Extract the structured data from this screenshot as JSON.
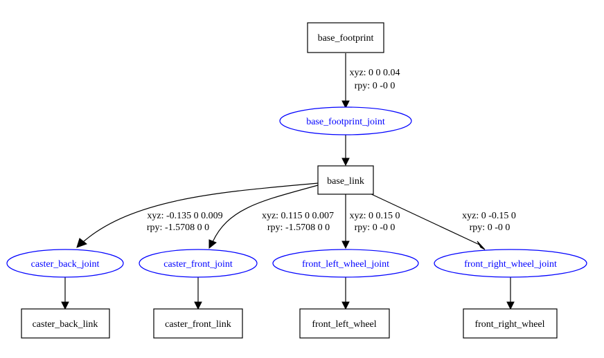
{
  "colors": {
    "link_border": "#000000",
    "joint_border": "#0000ff",
    "joint_text": "#0000ff",
    "background": "#ffffff"
  },
  "links": {
    "base_footprint": "base_footprint",
    "base_link": "base_link",
    "caster_back_link": "caster_back_link",
    "caster_front_link": "caster_front_link",
    "front_left_wheel": "front_left_wheel",
    "front_right_wheel": "front_right_wheel"
  },
  "joints": {
    "base_footprint_joint": "base_footprint_joint",
    "caster_back_joint": "caster_back_joint",
    "caster_front_joint": "caster_front_joint",
    "front_left_wheel_joint": "front_left_wheel_joint",
    "front_right_wheel_joint": "front_right_wheel_joint"
  },
  "transforms": {
    "base_footprint_joint": {
      "xyz": "xyz: 0 0 0.04",
      "rpy": "rpy: 0 -0 0"
    },
    "caster_back_joint": {
      "xyz": "xyz: -0.135 0 0.009",
      "rpy": "rpy: -1.5708 0 0"
    },
    "caster_front_joint": {
      "xyz": "xyz: 0.115 0 0.007",
      "rpy": "rpy: -1.5708 0 0"
    },
    "front_left_wheel_joint": {
      "xyz": "xyz: 0 0.15 0",
      "rpy": "rpy: 0 -0 0"
    },
    "front_right_wheel_joint": {
      "xyz": "xyz: 0 -0.15 0",
      "rpy": "rpy: 0 -0 0"
    }
  }
}
